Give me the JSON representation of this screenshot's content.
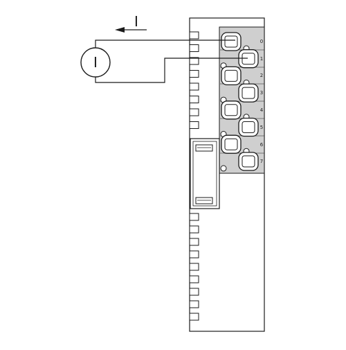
{
  "diagram": {
    "current_label": "I",
    "source_symbol": "I",
    "terminal_numbers": [
      "0",
      "1",
      "2",
      "3",
      "4",
      "5",
      "6",
      "7"
    ]
  },
  "colors": {
    "stroke": "#1a1a1a",
    "module_fill": "#ffffff",
    "terminal_block_fill": "#cfcfcf",
    "background": "#ffffff"
  }
}
